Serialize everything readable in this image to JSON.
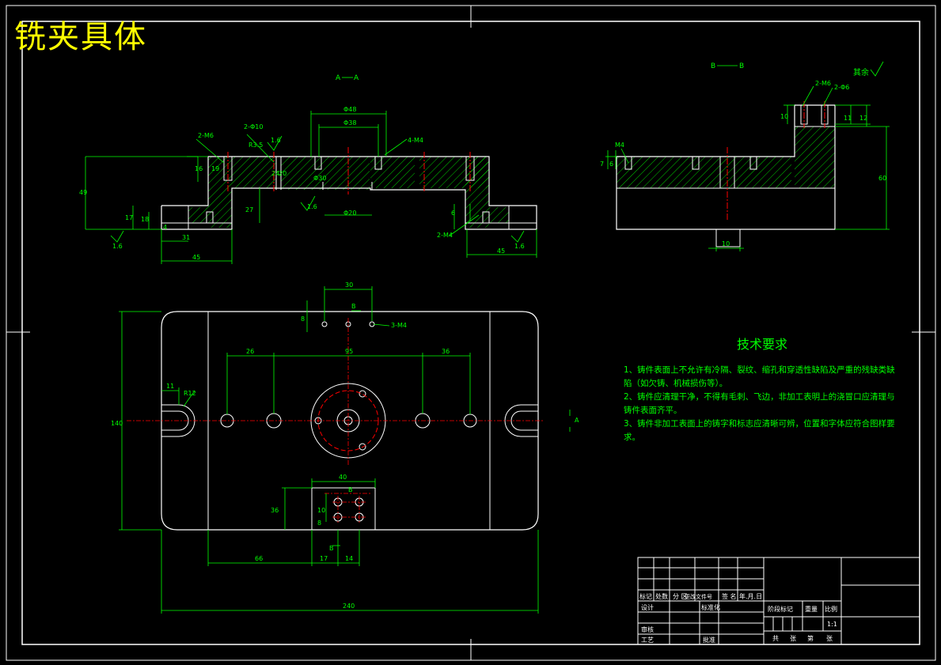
{
  "drawing_title": "铣夹具体",
  "section_labels": {
    "aa_left": "A",
    "aa_right": "A",
    "bb_left": "B",
    "bb_right": "B",
    "a_marker": "A",
    "b_marker_top": "B",
    "b_marker_bottom": "B",
    "b_marker_mid": "B"
  },
  "surface_note": "其余",
  "tech_requirements": {
    "heading": "技术要求",
    "items": [
      "1、铸件表面上不允许有冷隔、裂纹、缩孔和穿透性缺陷及严重的残缺类缺陷（如欠铸、机械损伤等）。",
      "2、铸件应清理干净，不得有毛刺、飞边，非加工表明上的浇冒口应清理与铸件表面齐平。",
      "3、铸件非加工表面上的铸字和标志应清晰可辨，位置和字体应符合图样要求。"
    ]
  },
  "section_view_dims": {
    "d48": "Φ48",
    "d38": "Φ38",
    "m4_4": "4-M4",
    "m6_2": "2-M6",
    "d10_2": "2-Φ10",
    "r35": "R3.5",
    "d30": "Φ30",
    "d20": "Φ20",
    "m4_2": "2-M4",
    "v16": "16",
    "v19": "19",
    "v24": "24",
    "v20": "20",
    "v27": "27",
    "v49": "49",
    "v17": "17",
    "v18": "18",
    "v4": "4",
    "v6": "6",
    "h31": "31",
    "h45_left": "45",
    "h45_right": "45",
    "rough_1": "1.6",
    "rough_2": "1.6",
    "rough_3": "1.6",
    "rough_4": "1.6",
    "rough_5": "1.6"
  },
  "side_view_dims": {
    "m6_2": "2-M6",
    "d6_2": "2-Φ6",
    "v10": "10",
    "v11": "11",
    "v12": "12",
    "v60": "60",
    "v7": "7",
    "v6": "6",
    "m4": "M4",
    "h10": "10"
  },
  "plan_view_dims": {
    "w30": "30",
    "v8": "8",
    "m4_3": "3-M4",
    "w26": "26",
    "w95": "95",
    "w36": "36",
    "w11": "11",
    "r12": "R12",
    "h140": "140",
    "w40": "40",
    "h36": "36",
    "v10": "10",
    "v8b": "8",
    "w66": "66",
    "w17": "17",
    "w14": "14",
    "w240": "240"
  },
  "title_block": {
    "marks": "标记",
    "count": "处数",
    "zone": "分 区",
    "change_doc": "更改文件号",
    "signature": "签 名",
    "date": "年.月.日",
    "design": "设计",
    "standardize": "标准化",
    "check": "审核",
    "process": "工艺",
    "approve": "批准",
    "stage_mark": "阶段标记",
    "weight": "重量",
    "scale": "比例",
    "scale_value": "1:1",
    "total": "共",
    "sheets": "张",
    "page": "第",
    "sheet_page": "张"
  },
  "colors": {
    "background": "#000000",
    "outline": "#ffffff",
    "dimension": "#00ff00",
    "center_line": "#ff0000",
    "title": "#ffff00",
    "hatch": "#00ff00"
  }
}
